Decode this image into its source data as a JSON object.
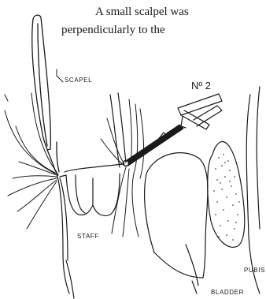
{
  "text": {
    "line1": "A small scalpel was",
    "line2": "perpendicularly to the"
  },
  "figure": {
    "label_scapel": "SCAPEL",
    "label_no2": "Nº 2",
    "label_staff": "STAFF",
    "label_pubis": "PUBIS",
    "label_bladder": "BLADDER"
  }
}
